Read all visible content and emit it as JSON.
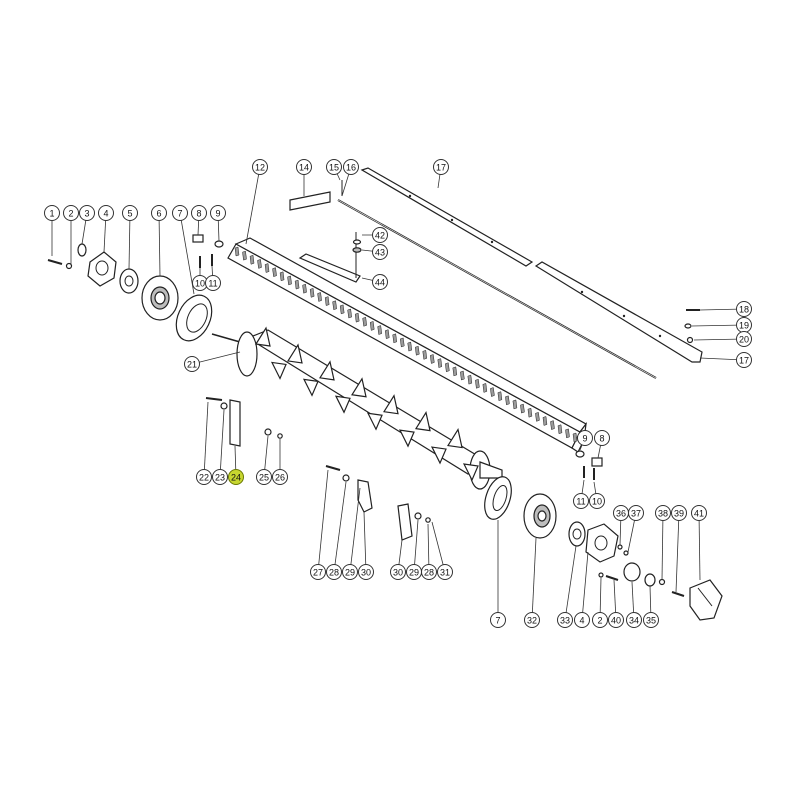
{
  "diagram": {
    "highlight_color": "#c7d630",
    "callouts": [
      {
        "label": "1"
      },
      {
        "label": "2"
      },
      {
        "label": "3"
      },
      {
        "label": "4"
      },
      {
        "label": "5"
      },
      {
        "label": "6"
      },
      {
        "label": "7"
      },
      {
        "label": "8"
      },
      {
        "label": "9"
      },
      {
        "label": "10"
      },
      {
        "label": "11"
      },
      {
        "label": "12"
      },
      {
        "label": "14"
      },
      {
        "label": "15"
      },
      {
        "label": "16"
      },
      {
        "label": "17"
      },
      {
        "label": "17"
      },
      {
        "label": "18"
      },
      {
        "label": "19"
      },
      {
        "label": "20"
      },
      {
        "label": "21"
      },
      {
        "label": "22"
      },
      {
        "label": "23"
      },
      {
        "label": "24",
        "highlighted": true
      },
      {
        "label": "25"
      },
      {
        "label": "26"
      },
      {
        "label": "42"
      },
      {
        "label": "43"
      },
      {
        "label": "44"
      },
      {
        "label": "9"
      },
      {
        "label": "8"
      },
      {
        "label": "11"
      },
      {
        "label": "10"
      },
      {
        "label": "27"
      },
      {
        "label": "28"
      },
      {
        "label": "29"
      },
      {
        "label": "30"
      },
      {
        "label": "30"
      },
      {
        "label": "29"
      },
      {
        "label": "28"
      },
      {
        "label": "31"
      },
      {
        "label": "7"
      },
      {
        "label": "32"
      },
      {
        "label": "33"
      },
      {
        "label": "4"
      },
      {
        "label": "2"
      },
      {
        "label": "40"
      },
      {
        "label": "34"
      },
      {
        "label": "35"
      },
      {
        "label": "36"
      },
      {
        "label": "37"
      },
      {
        "label": "38"
      },
      {
        "label": "39"
      },
      {
        "label": "41"
      }
    ]
  }
}
